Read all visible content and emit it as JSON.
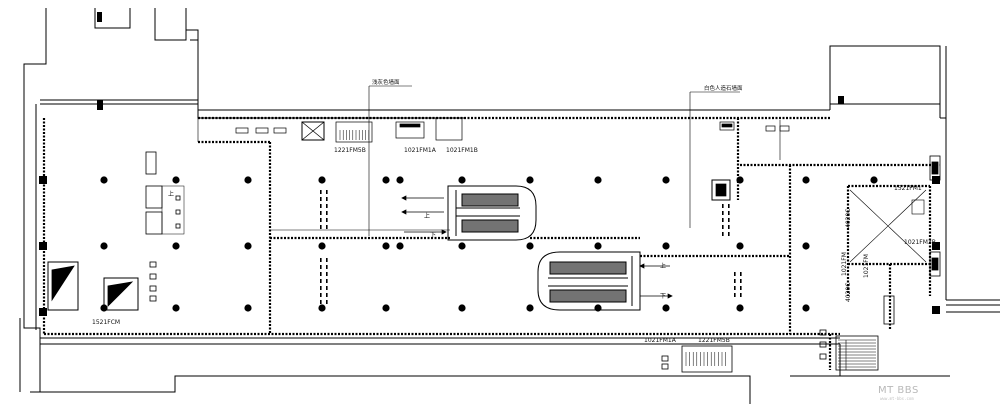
{
  "annotations": {
    "leader_left": "浅灰色墙面",
    "leader_right": "白色人造石墙面"
  },
  "door_labels": {
    "d1": "1221FM5B",
    "d2": "1021FM1A",
    "d3": "1021FM1B",
    "d4": "1521FCM",
    "d5": "1021FM1A",
    "d6": "1221FM5B",
    "d7": "1521FM1",
    "d8": "1021FM3B"
  },
  "small_labels": {
    "r1": "4020C",
    "r2": "1021FM",
    "r3": "1021FM",
    "r4": "4020C",
    "arrow_up": "上",
    "arrow_down": "下",
    "arrow_up2": "上",
    "arrow_down2": "下",
    "stair_mark": "上"
  },
  "watermark": {
    "brand": "MT BBS",
    "sub": "www.mt-bbs.com"
  },
  "colors": {
    "line": "#000000",
    "fill_column": "#000000",
    "watermark": "#b9b9b9"
  }
}
